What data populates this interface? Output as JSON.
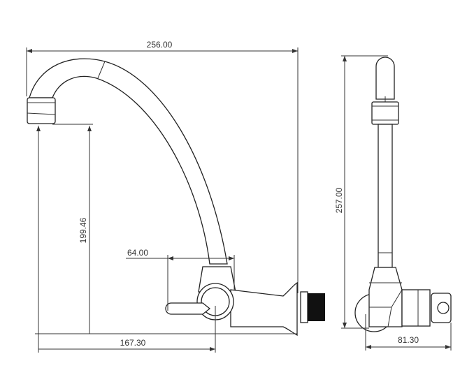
{
  "dimensions": {
    "overall_width": "256.00",
    "spout_height": "199.46",
    "body_width": "64.00",
    "spout_reach": "167.30",
    "overall_height": "257.00",
    "depth": "81.30"
  }
}
